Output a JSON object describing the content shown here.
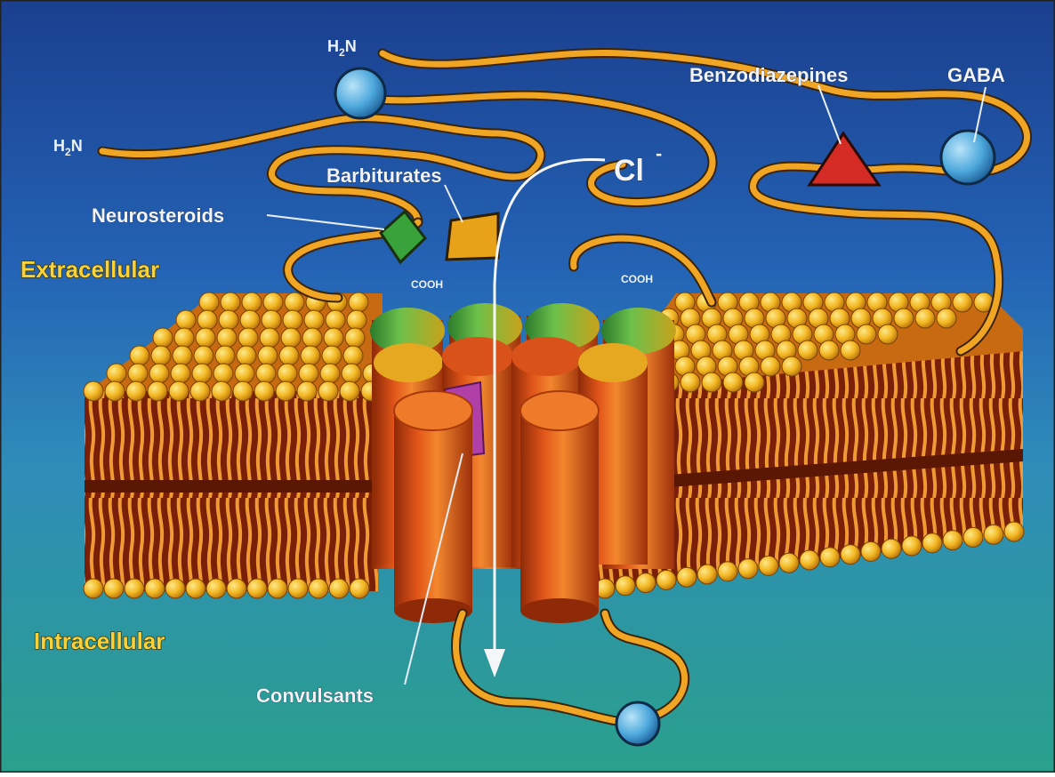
{
  "labels": {
    "h2n_top": "H2N",
    "h2n_left": "H2N",
    "benzodiazepines": "Benzodiazepines",
    "gaba": "GABA",
    "barbiturates": "Barbiturates",
    "chloride": "Cl",
    "chloride_charge": "-",
    "neurosteroids": "Neurosteroids",
    "extracellular": "Extracellular",
    "cooh_left": "COOH",
    "cooh_right": "COOH",
    "intracellular": "Intracellular",
    "convulsants": "Convulsants"
  },
  "colors": {
    "background_top": "#1f4fa0",
    "background_bottom": "#2e9a94",
    "protein_chain": "#e8a21a",
    "lipid_head": "#f3b723",
    "lipid_tail": "#d5541c",
    "channel_subunit": "#d84a15",
    "gaba_site": "#4da8dc",
    "benzodiazepine_site": "#d42c25",
    "neurosteroid_site": "#3aa23a",
    "barbiturate_site": "#e8a21a",
    "convulsant_site": "#b13fa8"
  },
  "icons": [
    "gaba-binding-sphere",
    "benzodiazepine-triangle",
    "neurosteroid-diamond",
    "barbiturate-square",
    "chloride-arrow"
  ]
}
